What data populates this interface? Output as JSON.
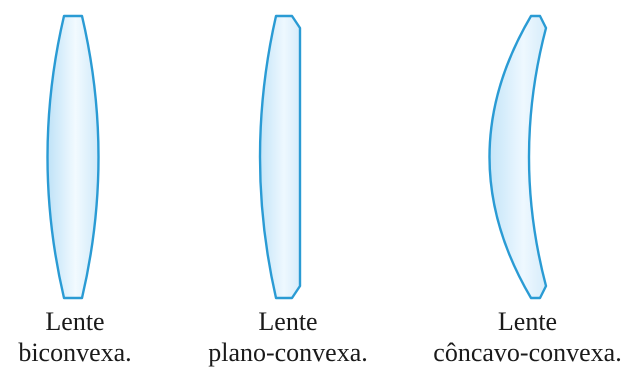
{
  "lenses": [
    {
      "id": "biconvexa",
      "line1": "Lente",
      "line2": "biconvexa."
    },
    {
      "id": "plano-convexa",
      "line1": "Lente",
      "line2": "plano-convexa."
    },
    {
      "id": "concavo-convexa",
      "line1": "Lente",
      "line2": "côncavo-convexa."
    }
  ],
  "colors": {
    "stroke": "#2a9bd4",
    "fill_edge": "#bfe2f7",
    "fill_center": "#f2faff"
  }
}
